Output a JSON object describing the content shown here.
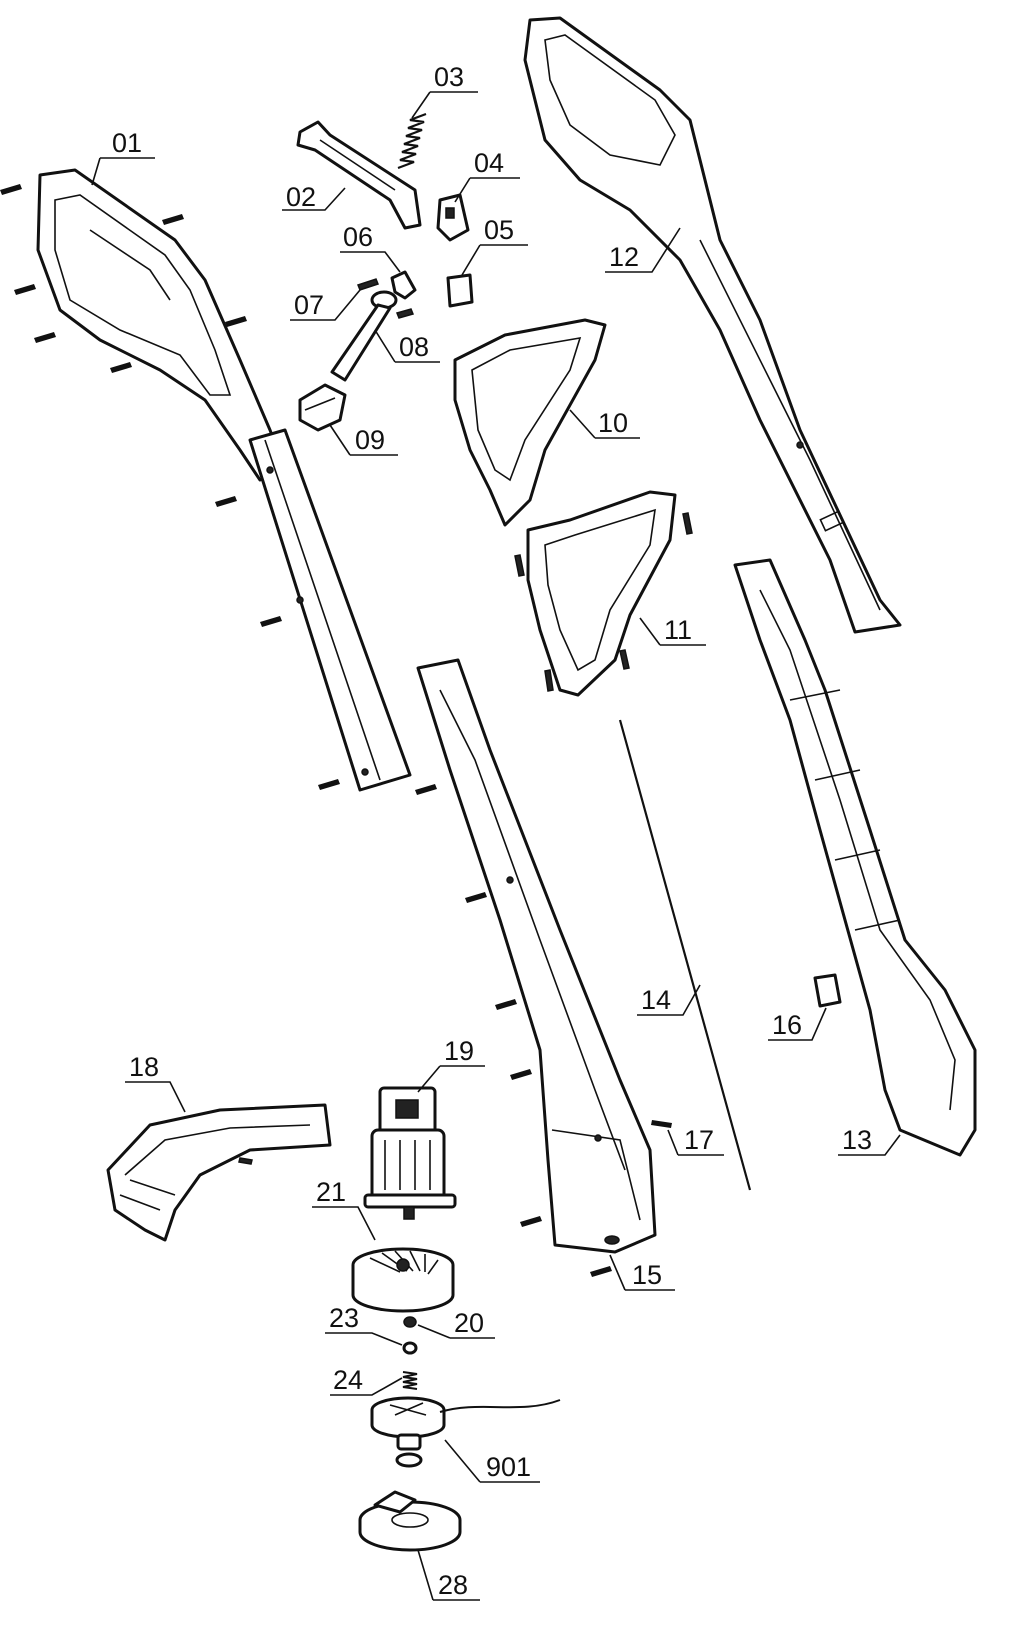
{
  "parts": [
    {
      "id": "p01",
      "number": "01"
    },
    {
      "id": "p02",
      "number": "02"
    },
    {
      "id": "p03",
      "number": "03"
    },
    {
      "id": "p04",
      "number": "04"
    },
    {
      "id": "p05",
      "number": "05"
    },
    {
      "id": "p06",
      "number": "06"
    },
    {
      "id": "p07",
      "number": "07"
    },
    {
      "id": "p08",
      "number": "08"
    },
    {
      "id": "p09",
      "number": "09"
    },
    {
      "id": "p10",
      "number": "10"
    },
    {
      "id": "p11",
      "number": "11"
    },
    {
      "id": "p12",
      "number": "12"
    },
    {
      "id": "p13",
      "number": "13"
    },
    {
      "id": "p14",
      "number": "14"
    },
    {
      "id": "p15",
      "number": "15"
    },
    {
      "id": "p16",
      "number": "16"
    },
    {
      "id": "p17",
      "number": "17"
    },
    {
      "id": "p18",
      "number": "18"
    },
    {
      "id": "p19",
      "number": "19"
    },
    {
      "id": "p20",
      "number": "20"
    },
    {
      "id": "p21",
      "number": "21"
    },
    {
      "id": "p23",
      "number": "23"
    },
    {
      "id": "p24",
      "number": "24"
    },
    {
      "id": "p901",
      "number": "901"
    },
    {
      "id": "p28",
      "number": "28"
    }
  ]
}
